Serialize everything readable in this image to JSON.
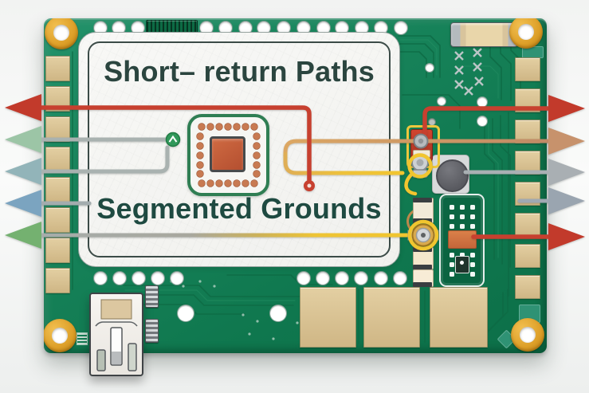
{
  "panel": {
    "title_top": "Short– return Paths",
    "title_bottom": "Segmented Grounds"
  },
  "colors": {
    "red": "#c23a2b",
    "red_line": "#c7402f",
    "sage": "#9cc5a6",
    "slate": "#92b4b9",
    "steel": "#7ba4c0",
    "green": "#74b170",
    "tan": "#c7926c",
    "gray1": "#a9afb3",
    "gray2": "#9aa5b0",
    "yellow": "#f1c52f",
    "line_gray": "#a3acae",
    "gold": "#dba22f",
    "board_green": "#17835a",
    "pad_tan": "#d7bf92",
    "chip_orange": "#c05a36",
    "copper_dot": "#c87a52",
    "marker_green": "#31985a"
  },
  "arrows": {
    "left": [
      {
        "name": "arrow-left-red",
        "color": "red",
        "direction": "left"
      },
      {
        "name": "arrow-left-sage",
        "color": "sage",
        "direction": "left"
      },
      {
        "name": "arrow-left-slate",
        "color": "slate",
        "direction": "left"
      },
      {
        "name": "arrow-left-steel",
        "color": "steel",
        "direction": "left"
      },
      {
        "name": "arrow-left-green",
        "color": "green",
        "direction": "left"
      }
    ],
    "right": [
      {
        "name": "arrow-right-red-top",
        "color": "red",
        "direction": "right"
      },
      {
        "name": "arrow-right-tan",
        "color": "tan",
        "direction": "right"
      },
      {
        "name": "arrow-right-gray-1",
        "color": "gray1",
        "direction": "right"
      },
      {
        "name": "arrow-right-gray-2",
        "color": "gray2",
        "direction": "right"
      },
      {
        "name": "arrow-right-red-bottom",
        "color": "red",
        "direction": "right"
      }
    ]
  },
  "components": [
    "qfp-chip",
    "smd-capacitor",
    "solder-stitch-vias",
    "led-indicator",
    "test-point-screw",
    "round-buzzer",
    "rf-shield-footprint",
    "ufl-antenna-connector",
    "smd-resistors",
    "battery-connector",
    "mounting-holes",
    "edge-pads",
    "breakout-holes"
  ]
}
